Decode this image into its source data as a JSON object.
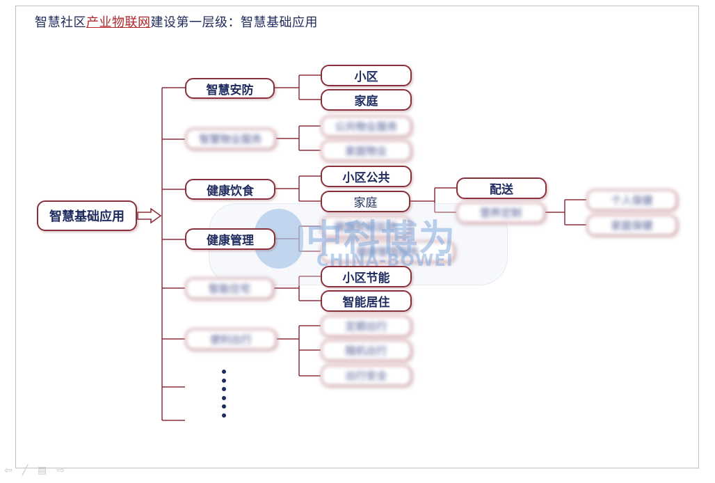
{
  "title": {
    "part1": "智慧社区",
    "highlight": "产业物联网",
    "part2": "建设第一层级：智慧基础应用"
  },
  "root": {
    "label": "智慧基础应用"
  },
  "level1": [
    {
      "label": "智慧安防"
    },
    {
      "label": "智慧物业服务"
    },
    {
      "label": "健康饮食"
    },
    {
      "label": "健康管理"
    },
    {
      "label": "智能住宅"
    },
    {
      "label": "便利出行"
    }
  ],
  "level2": [
    {
      "label": "小区"
    },
    {
      "label": "家庭"
    },
    {
      "label": "公共物业服务"
    },
    {
      "label": "家庭物业"
    },
    {
      "label": "小区公共"
    },
    {
      "label": "家庭"
    },
    {
      "label": "健康数据监测"
    },
    {
      "label": "健康管理服务"
    },
    {
      "label": "小区节能"
    },
    {
      "label": "智能居住"
    },
    {
      "label": "定期出行"
    },
    {
      "label": "随机出行"
    },
    {
      "label": "出行安全"
    }
  ],
  "level3": [
    {
      "label": "配送"
    },
    {
      "label": "营养定制"
    }
  ],
  "level4": [
    {
      "label": "个人保健"
    },
    {
      "label": "家庭保健"
    }
  ],
  "watermark": {
    "cn": "中科博为",
    "en": "CHINA-BOWEI"
  },
  "icons": {
    "arrow": "hollow-right-arrow-icon",
    "more": "vertical-ellipsis-icon"
  },
  "colors": {
    "line": "#8a2f3a",
    "text": "#1e2b5e",
    "highlight": "#b3262a"
  }
}
